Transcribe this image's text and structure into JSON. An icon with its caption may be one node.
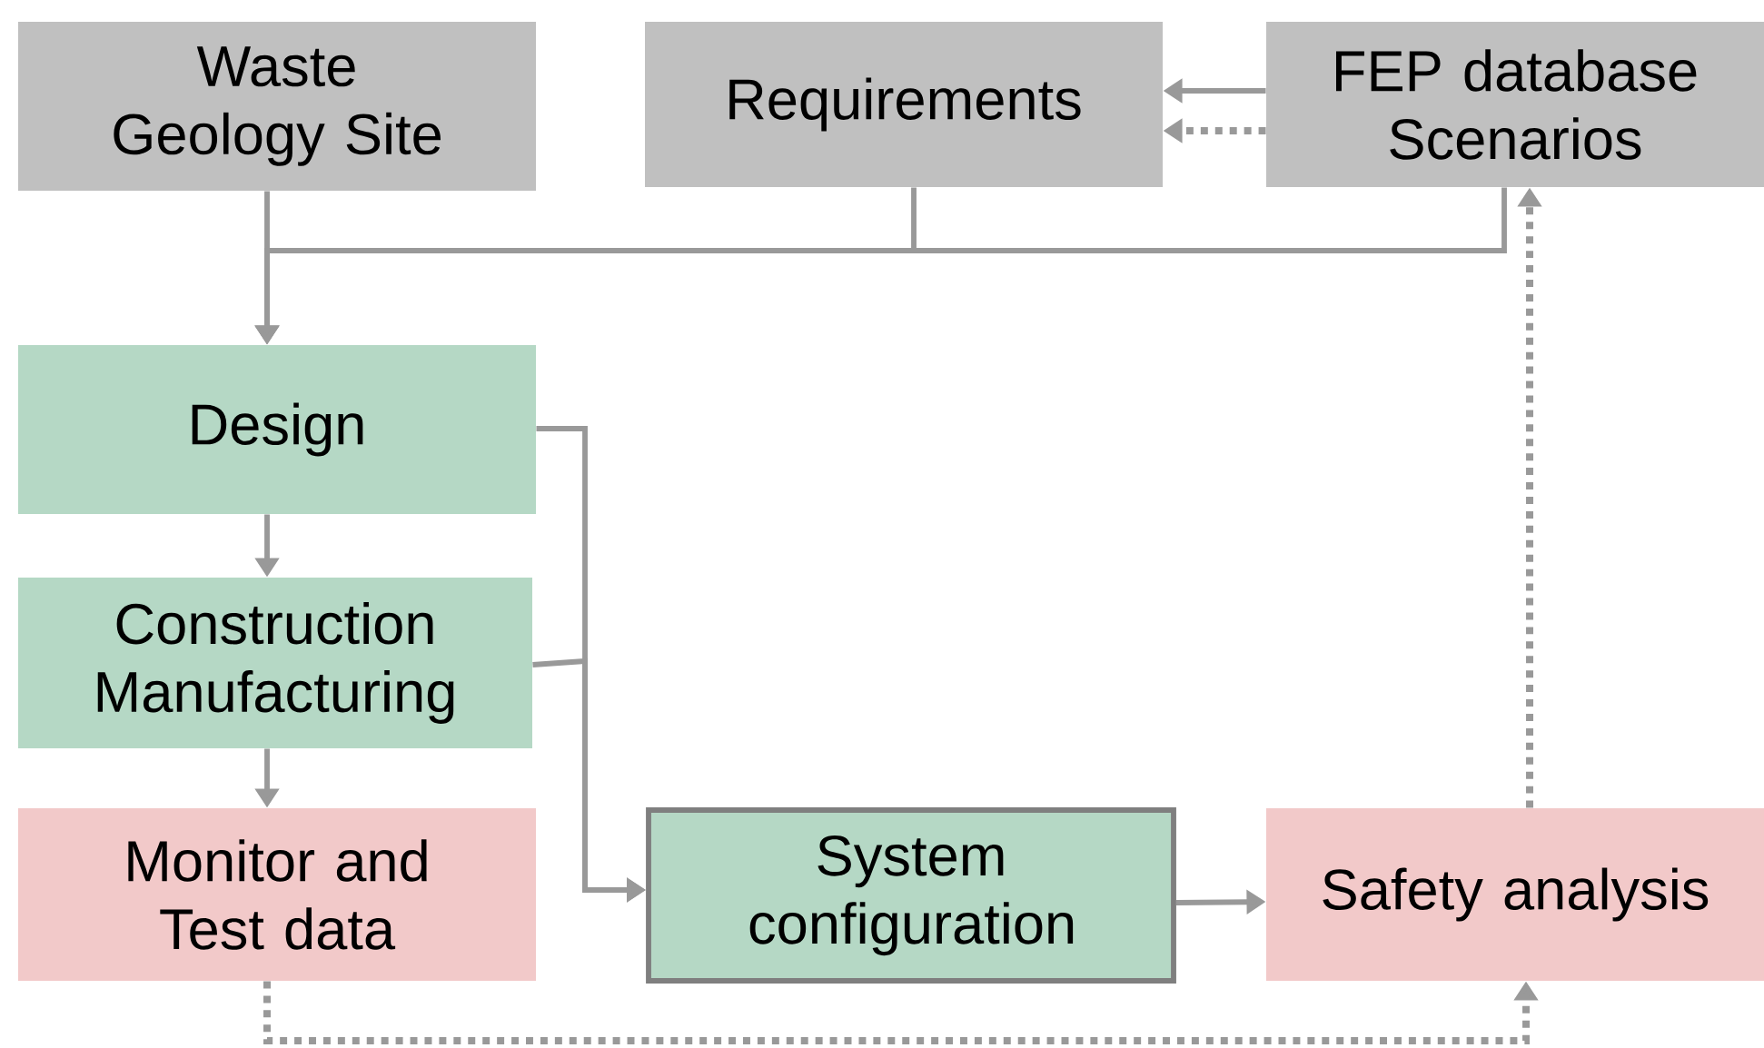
{
  "diagram": {
    "nodes": [
      {
        "text": [
          "Waste Geology Site"
        ]
      },
      {
        "text": [
          "Requirements"
        ]
      },
      {
        "text": [
          "FEP database Scenarios"
        ]
      },
      {
        "text": [
          "Design"
        ]
      },
      {
        "text": [
          "Construction Manufacturing"
        ]
      },
      {
        "text": [
          "Monitor and Test data"
        ]
      },
      {
        "text": [
          "System configuration"
        ]
      },
      {
        "text": [
          "Safety analysis"
        ]
      }
    ],
    "edges": [
      {
        "from": 2,
        "to": 1,
        "arrow": "to"
      },
      {
        "from": 2,
        "to": 1,
        "arrow": "to",
        "style": "dashed"
      },
      {
        "from": 0,
        "to": 3,
        "arrow": "to"
      },
      {
        "from": 1,
        "to": 3,
        "arrow": "to"
      },
      {
        "from": 2,
        "to": 3,
        "arrow": "to"
      },
      {
        "from": 3,
        "to": 4,
        "arrow": "to"
      },
      {
        "from": 4,
        "to": 5,
        "arrow": "to"
      },
      {
        "from": 3,
        "to": 6,
        "arrow": "to"
      },
      {
        "from": 4,
        "to": 6,
        "arrow": "to"
      },
      {
        "from": 6,
        "to": 7,
        "arrow": "to"
      },
      {
        "from": 5,
        "to": 7,
        "arrow": "to",
        "style": "dashed"
      },
      {
        "from": 7,
        "to": 2,
        "arrow": "to",
        "style": "dashed"
      }
    ]
  }
}
